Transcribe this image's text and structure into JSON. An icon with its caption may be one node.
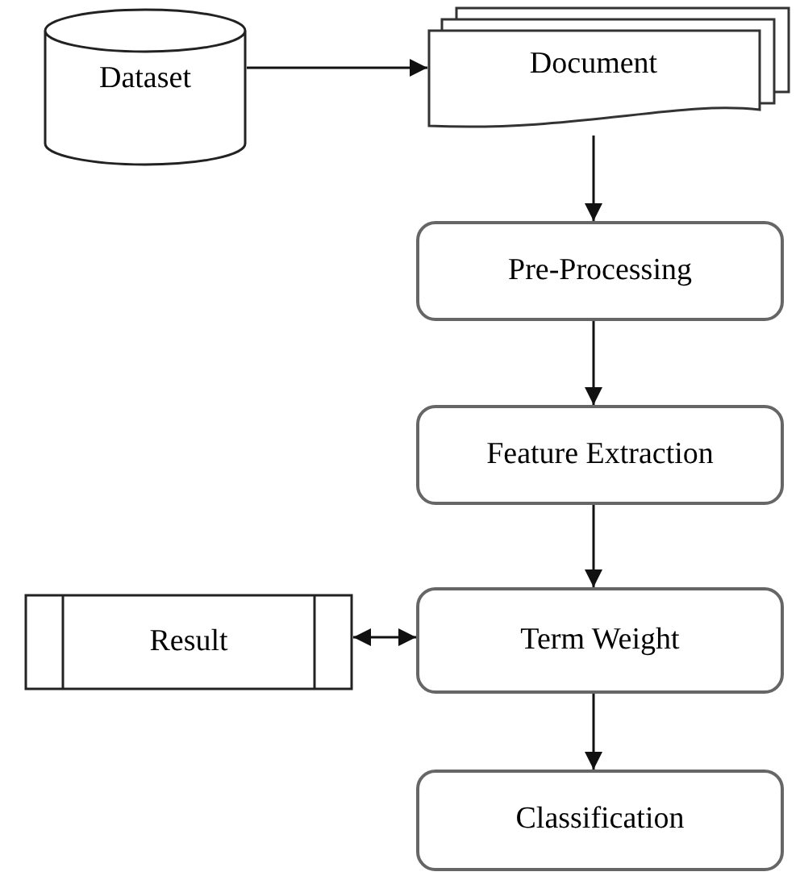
{
  "diagram": {
    "nodes": [
      {
        "text": [
          "Dataset"
        ]
      },
      {
        "text": [
          "Document"
        ]
      },
      {
        "text": [
          "Pre-Processing"
        ]
      },
      {
        "text": [
          "Feature Extraction"
        ]
      },
      {
        "text": [
          "Result"
        ]
      },
      {
        "text": [
          "Term Weight"
        ]
      },
      {
        "text": [
          "Classification"
        ]
      }
    ],
    "edges": [
      {
        "from": 0,
        "to": 1,
        "arrow": "to"
      },
      {
        "from": 1,
        "to": 2,
        "arrow": "to"
      },
      {
        "from": 2,
        "to": 3,
        "arrow": "to"
      },
      {
        "from": 3,
        "to": 5,
        "arrow": "to"
      },
      {
        "from": 4,
        "to": 5,
        "arrow": "both"
      },
      {
        "from": 5,
        "to": 6,
        "arrow": "to"
      }
    ]
  }
}
